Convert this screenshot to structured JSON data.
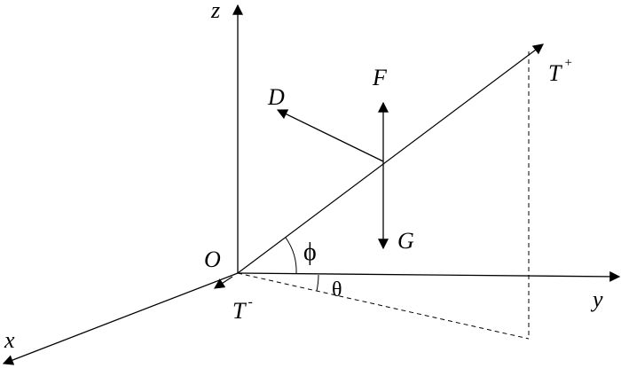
{
  "axes": {
    "x": "x",
    "y": "y",
    "z": "z"
  },
  "origin": "O",
  "forces": {
    "drag": "D",
    "lift": "F",
    "gravity": "G"
  },
  "tension": {
    "base": "T",
    "plus": "+",
    "minus": "-"
  },
  "angles": {
    "elevation": "ϕ",
    "azimuth": "θ"
  }
}
